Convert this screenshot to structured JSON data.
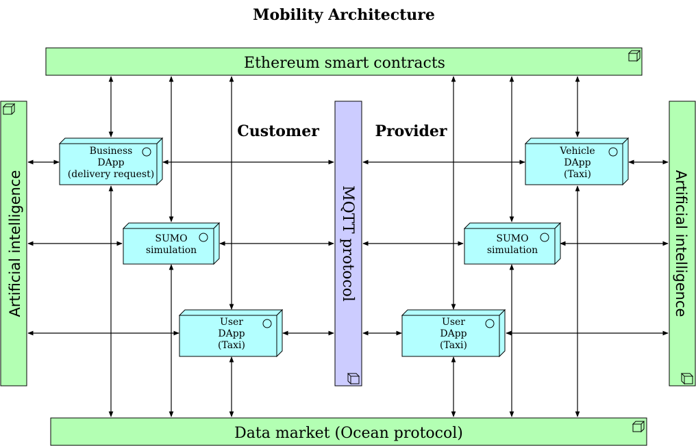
{
  "title": "Mobility Architecture",
  "top_bar": "Ethereum smart contracts",
  "bottom_bar": "Data market (Ocean protocol)",
  "left_bar": "Artificial intelligence",
  "right_bar": "Artificial intelligence",
  "center_bar": "MQTT protocol",
  "customer_label": "Customer",
  "provider_label": "Provider",
  "customer": {
    "business": [
      "Business",
      "DApp",
      "(delivery request)"
    ],
    "sumo": [
      "SUMO",
      "simulation"
    ],
    "user": [
      "User",
      "DApp",
      "(Taxi)"
    ]
  },
  "provider": {
    "vehicle": [
      "Vehicle",
      "DApp",
      "(Taxi)"
    ],
    "sumo": [
      "SUMO",
      "simulation"
    ],
    "user": [
      "User",
      "DApp",
      "(Taxi)"
    ]
  },
  "colors": {
    "green": "#b3ffb3",
    "cyan": "#b3ffff",
    "lavender": "#ccccff"
  }
}
